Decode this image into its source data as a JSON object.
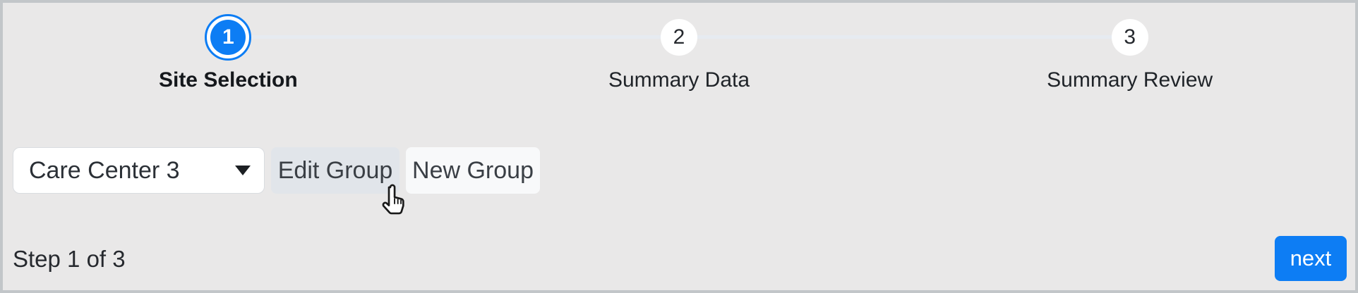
{
  "stepper": {
    "steps": [
      {
        "number": "1",
        "label": "Site Selection",
        "active": true
      },
      {
        "number": "2",
        "label": "Summary Data",
        "active": false
      },
      {
        "number": "3",
        "label": "Summary Review",
        "active": false
      }
    ]
  },
  "content": {
    "site_select": {
      "value": "Care Center 3"
    },
    "edit_group_label": "Edit Group",
    "new_group_label": "New Group"
  },
  "footer": {
    "step_indicator": "Step 1 of 3",
    "next_label": "next"
  },
  "colors": {
    "accent_blue": "#0d7df4",
    "background": "#e9e8e8",
    "frame_border": "#c2c6c9",
    "edit_button_bg": "#e1e5ea",
    "new_button_bg": "#f8f9fa",
    "connector_line": "#e6ebf1"
  }
}
